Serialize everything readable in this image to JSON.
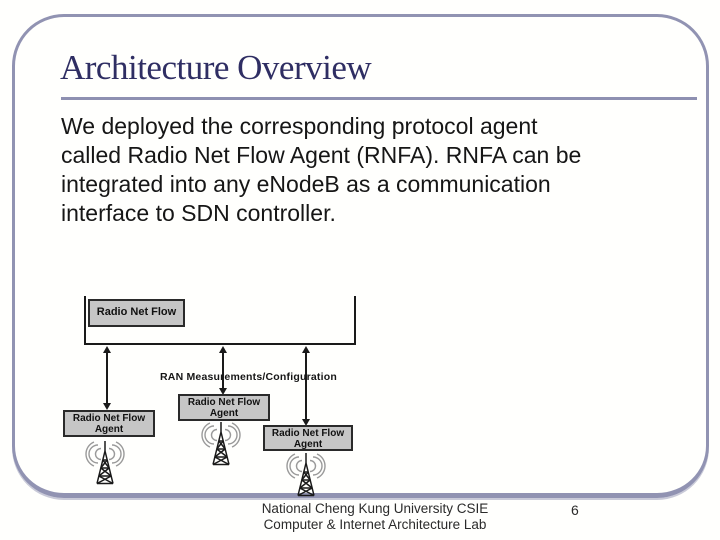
{
  "slide": {
    "title": "Architecture Overview",
    "body_lines": [
      "We deployed the corresponding protocol agent",
      "called Radio Net Flow Agent (RNFA). RNFA can be",
      "integrated into any eNodeB as a communication",
      "interface to SDN controller."
    ],
    "footer_line1": "National Cheng Kung University CSIE",
    "footer_line2": "Computer & Internet Architecture Lab",
    "page_number": "6"
  },
  "diagram": {
    "controller_label": "Radio Net Flow",
    "ran_label": "RAN Measurements/Configuration",
    "agents": [
      {
        "line1": "Radio Net Flow",
        "line2": "Agent"
      },
      {
        "line1": "Radio Net Flow",
        "line2": "Agent"
      },
      {
        "line1": "Radio Net Flow",
        "line2": "Agent"
      }
    ],
    "icons": {
      "antenna": "radio-tower-icon"
    }
  },
  "colors": {
    "title_text": "#2f2e63",
    "title_rule": "#8e90b1",
    "frame_border": "#9193b2",
    "body_text": "#161616",
    "box_fill": "#c6c6c6",
    "box_border": "#2a2a2a",
    "diagram_line": "#1a1a1a",
    "wave_arc": "#9a9a9a"
  }
}
